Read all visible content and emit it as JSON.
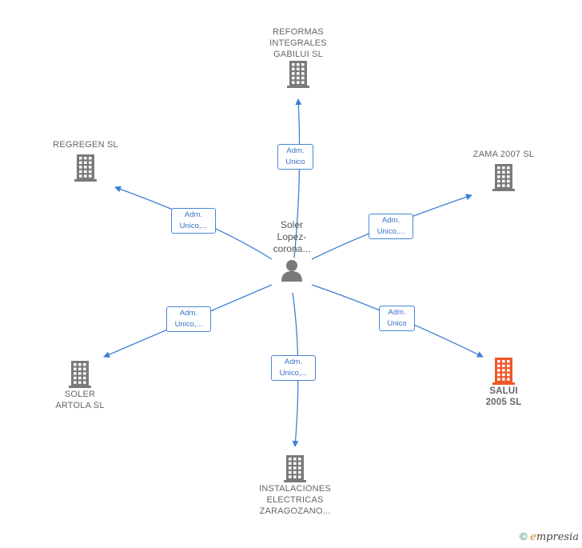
{
  "center": {
    "label": "Soler\nLopez-\ncorona..."
  },
  "nodes": [
    {
      "id": "reformas",
      "label": "REFORMAS\nINTEGRALES\nGABILUI  SL",
      "highlight": false
    },
    {
      "id": "zama",
      "label": "ZAMA 2007  SL",
      "highlight": false
    },
    {
      "id": "regregen",
      "label": "REGREGEN  SL",
      "highlight": false
    },
    {
      "id": "salui",
      "label": "SALUI\n2005  SL",
      "highlight": true
    },
    {
      "id": "soler",
      "label": "SOLER\nARTOLA  SL",
      "highlight": false
    },
    {
      "id": "instalaciones",
      "label": "INSTALACIONES\nELECTRICAS\nZARAGOZANO...",
      "highlight": false
    }
  ],
  "edges": [
    {
      "to": "reformas",
      "label": "Adm.\nUnico"
    },
    {
      "to": "zama",
      "label": "Adm.\nUnico,..."
    },
    {
      "to": "regregen",
      "label": "Adm.\nUnico,..."
    },
    {
      "to": "salui",
      "label": "Adm.\nUnico"
    },
    {
      "to": "soler",
      "label": "Adm.\nUnico,..."
    },
    {
      "to": "instalaciones",
      "label": "Adm.\nUnico,..."
    }
  ],
  "colors": {
    "edge": "#3d7fd6",
    "building": "#7a7a7a",
    "building_highlight": "#f0572a",
    "person": "#7a7a7a"
  },
  "footer": {
    "copyright_symbol": "©",
    "brand_first": "e",
    "brand_rest": "mpresia"
  }
}
